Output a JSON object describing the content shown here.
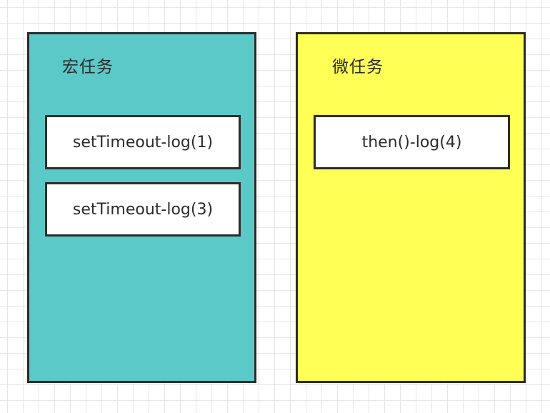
{
  "colors": {
    "macro_fill": "#5bc9c8",
    "micro_fill": "#ffff55",
    "border": "#2b2b2b",
    "task_fill": "#ffffff"
  },
  "macro": {
    "title": "宏任务",
    "tasks": [
      "setTimeout-log(1)",
      "setTimeout-log(3)"
    ]
  },
  "micro": {
    "title": "微任务",
    "tasks": [
      "then()-log(4)"
    ]
  }
}
